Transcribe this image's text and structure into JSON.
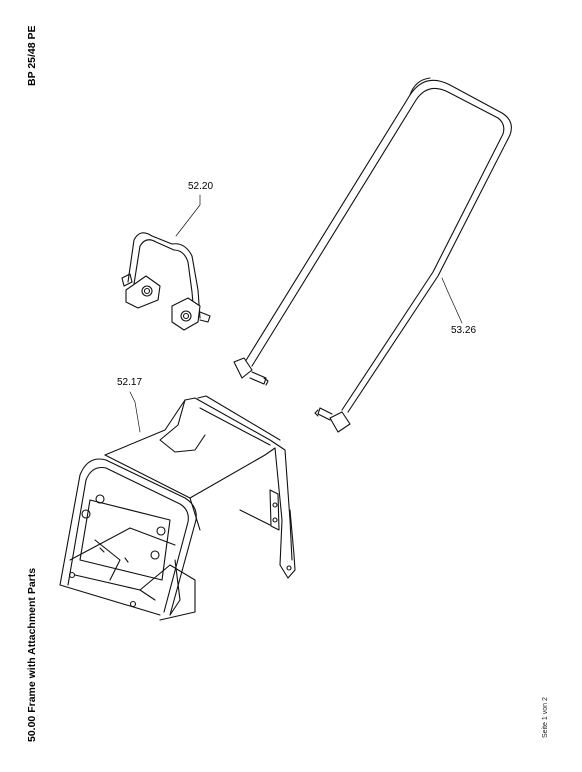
{
  "header": {
    "model": "BP 25/48 PE"
  },
  "footer": {
    "section_title": "50.00 Frame with Attachment Parts",
    "page_number": "Seite 1 von 2"
  },
  "callouts": {
    "bracket": "52.20",
    "handle": "53.26",
    "frame": "52.17"
  }
}
